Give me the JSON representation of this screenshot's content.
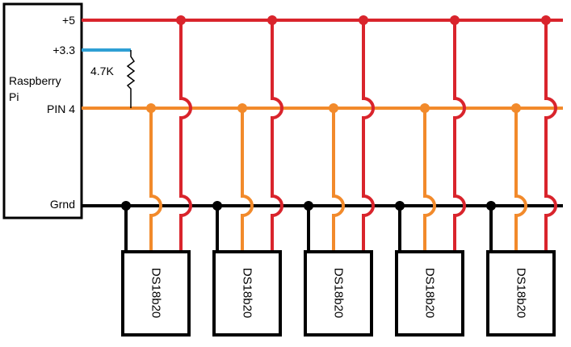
{
  "board": {
    "name_line1": "Raspberry",
    "name_line2": "Pi",
    "pins": [
      "+5",
      "+3.3",
      "PIN 4",
      "Grnd"
    ]
  },
  "resistor": {
    "label": "4.7K"
  },
  "sensors": [
    "DS18b20",
    "DS18b20",
    "DS18b20",
    "DS18b20",
    "DS18b20"
  ],
  "colors": {
    "power": "#d9242c",
    "pullup": "#2e9fd4",
    "data": "#f28a2b",
    "ground": "#000000"
  }
}
